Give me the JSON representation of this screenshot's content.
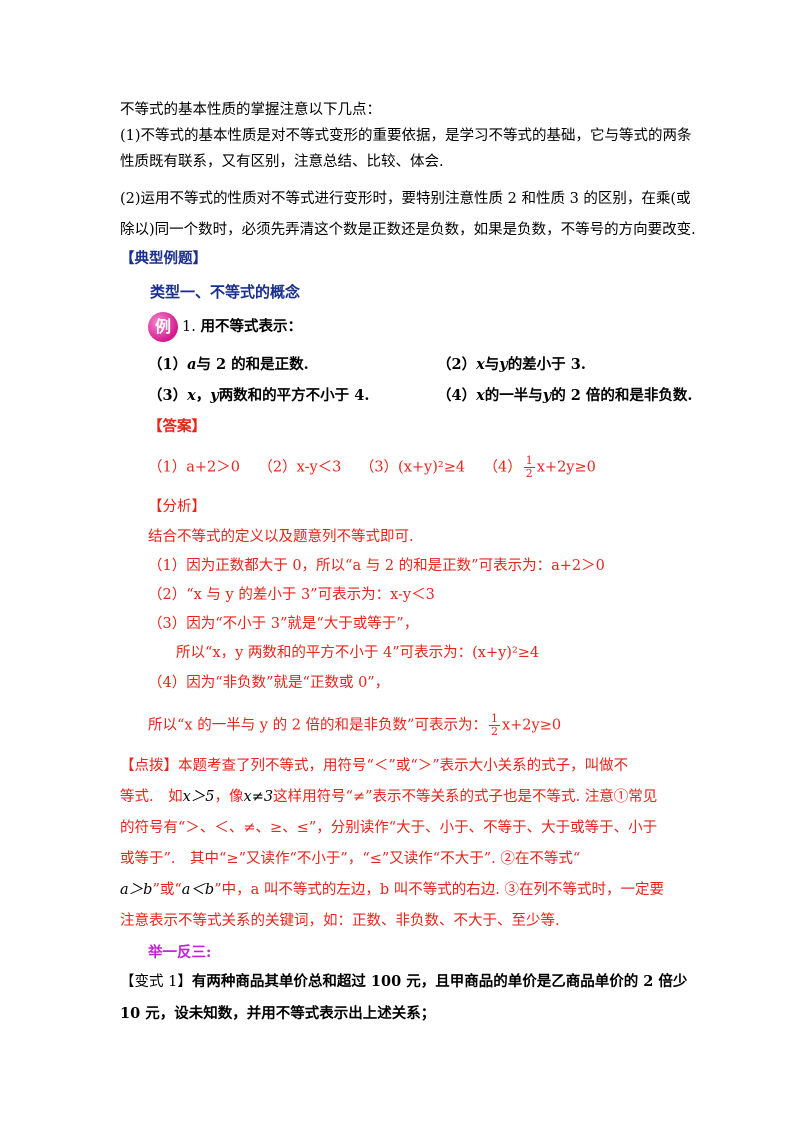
{
  "intro": {
    "heading": "不等式的基本性质的掌握注意以下几点：",
    "p1_line1": "(1)不等式的基本性质是对不等式变形的重要依据，是学习不等式的基础，它与等式的两条",
    "p1_line2": "性质既有联系，又有区别，注意总结、比较、体会.",
    "p2_line1": "(2)运用不等式的性质对不等式进行变形时，要特别注意性质 2 和性质 3 的区别，在乘(或",
    "p2_line2": "除以)同一个数时，必须先弄清这个数是正数还是负数，如果是负数，不等号的方向要改变."
  },
  "section": {
    "label": "【典型例题】"
  },
  "category": {
    "label": "类型一、不等式的概念"
  },
  "example": {
    "badge": "例",
    "number": "1.",
    "prompt": "用不等式表示：",
    "items": [
      {
        "num": "（1）",
        "var": "a",
        "text": "与 2 的和是正数."
      },
      {
        "num": "（2）",
        "var": "x",
        "mid": "与",
        "var2": "y",
        "text": "的差小于 3."
      },
      {
        "num": "（3）",
        "var": "x",
        "sep": "，",
        "var2": "y",
        "text": "两数和的平方不小于 4."
      },
      {
        "num": "（4）",
        "var": "x",
        "mid": "的一半与",
        "var2": "y",
        "text": "的 2 倍的和是非负数."
      }
    ]
  },
  "answer": {
    "label": "【答案】",
    "a1": "（1）a+2＞0",
    "a2": "（2）x-y＜3",
    "a3": "（3）(x+y)²≥4",
    "a4_prefix": "（4）",
    "a4_num": "1",
    "a4_den": "2",
    "a4_rest": "x+2y≥0"
  },
  "analysis": {
    "label": "【分析】",
    "l0": "结合不等式的定义以及题意列不等式即可.",
    "l1": "（1）因为正数都大于 0，所以“a 与 2 的和是正数”可表示为：a+2＞0",
    "l2": "（2）“x 与 y 的差小于 3”可表示为：x-y＜3",
    "l3": "（3）因为“不小于 3”就是“大于或等于”，",
    "l4": "所以“x，y 两数和的平方不小于 4”可表示为：(x+y)²≥4",
    "l5": "（4）因为“非负数”就是“正数或 0”，",
    "l6_prefix": "所以“x 的一半与 y 的 2 倍的和是非负数”可表示为：",
    "l6_num": "1",
    "l6_den": "2",
    "l6_rest": "x+2y≥0"
  },
  "tip": {
    "l1": "【点拨】本题考查了列不等式，用符号“＜”或“＞”表示大小关系的式子，叫做不",
    "l2a": "等式.　如",
    "l2m1": "x＞5",
    "l2b": "，像",
    "l2m2": "x≠3",
    "l2c": "这样用符号“≠”表示不等关系的式子也是不等式. 注意①常见",
    "l3": "的符号有“＞、＜、≠、≥、≤”，分别读作“大于、小于、不等于、大于或等于、小于",
    "l4": "或等于”.　其中“≥”又读作“不小于”，“≤”又读作“不大于”. ②在不等式“",
    "l5m1": "a＞b",
    "l5a": "”或“",
    "l5m2": "a＜b",
    "l5b": "”中，a 叫不等式的左边，b 叫不等式的右边. ③在列不等式时，一定要",
    "l6": "注意表示不等式关系的关键词，如：正数、非负数、不大于、至少等."
  },
  "practice": {
    "label": "举一反三:",
    "v1_label": "【变式 1】",
    "v1_l1": "有两种商品其单价总和超过 100 元，且甲商品的单价是乙商品单价的 2 倍少",
    "v1_l2": "10 元，设未知数，并用不等式表示出上述关系；"
  }
}
